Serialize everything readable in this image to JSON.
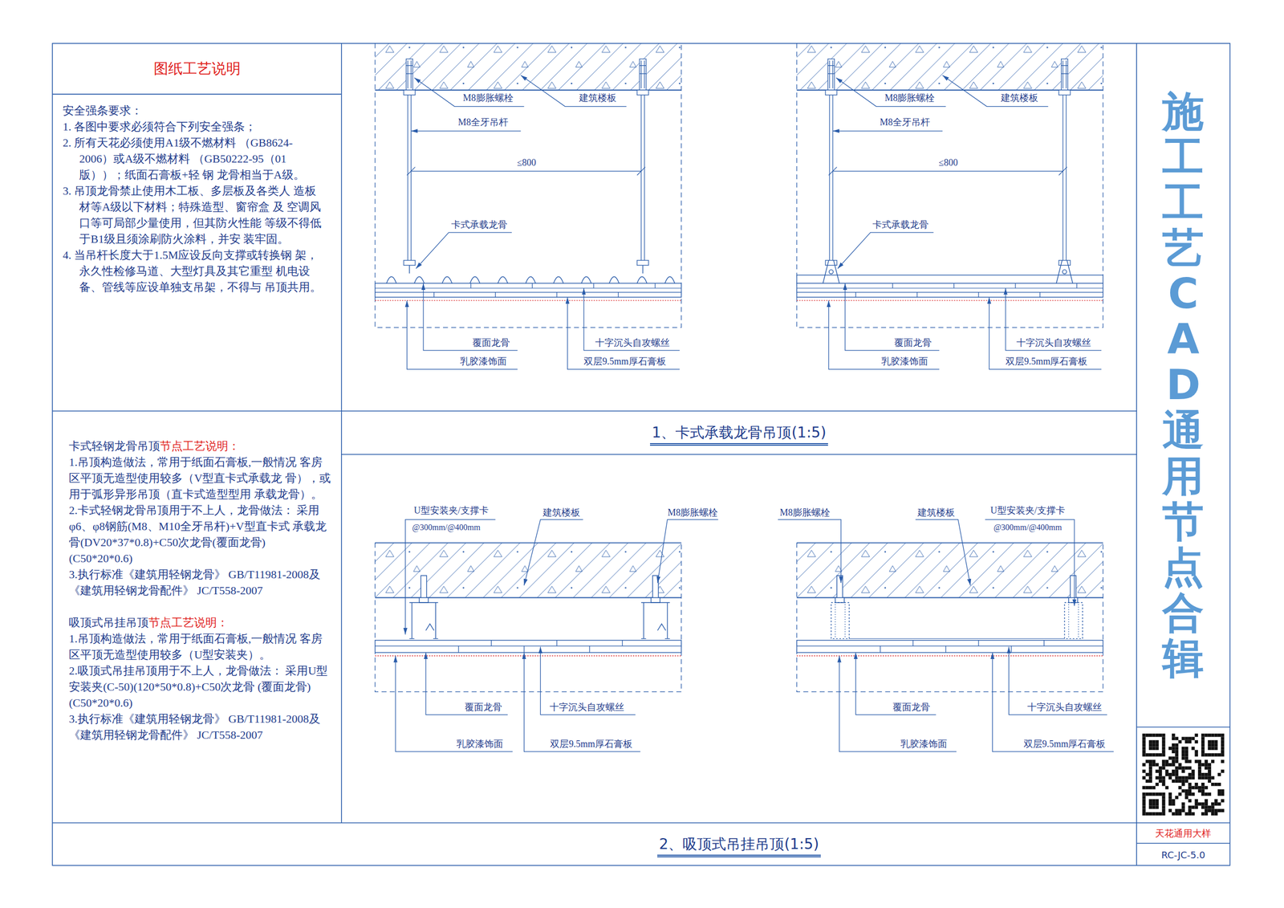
{
  "diagram": {
    "nodes": [
      {
        "text": [
          "图纸工艺说明"
        ]
      },
      {
        "text": [
          "安全强条要求：",
          "1. 各图中要求必须符合下列安全强条；",
          "2. 所有天花必须使用A1级不燃材料 （GB8624-2006）或A级不燃材料 （GB50222-95（01版））；纸面石膏板+轻 钢 龙骨相当于A级。",
          "3. 吊顶龙骨禁止使用木工板、多层板及各类人 造板材等A级以下材料；特殊造型、窗帘盒 及 空调风口等可局部少量使用，但其防火性能 等级不得低于B1级且须涂刷防火涂料，并安 装牢固。",
          "4. 当吊杆长度大于1.5M应设反向支撑或转换钢 架，永久性检修马道、大型灯具及其它重型 机电设备、管线等应设单独支吊架，不得与 吊顶共用。"
        ]
      },
      {
        "text": [
          "卡式轻钢龙骨吊顶",
          "节点工艺说明：",
          "1.吊顶构造做法，常用于纸面石膏板,一般情况 客房区平顶无造型使用较多（V型直卡式承载龙 骨），或用于弧形异形吊顶（直卡式造型型用 承载龙骨）。",
          "2.卡式轻钢龙骨吊顶用于不上人，龙骨做法： 采用φ6、φ8钢筋(M8、M10全牙吊杆)+V型直卡式 承载龙骨(DV20*37*0.8)+C50次龙骨(覆面龙骨) (C50*20*0.6)",
          "3.执行标准《建筑用轻钢龙骨》 GB/T11981-2008及《建筑用轻钢龙骨配件》 JC/T558-2007",
          "吸顶式吊挂吊顶",
          "节点工艺说明：",
          "1.吊顶构造做法，常用于纸面石膏板,一般情况 客房区平顶无造型使用较多（U型安装夹）。",
          "2.吸顶式吊挂吊顶用于不上人，龙骨做法： 采用U型安装夹(C-50)(120*50*0.8)+C50次龙骨 (覆面龙骨)(C50*20*0.6)",
          "3.执行标准《建筑用轻钢龙骨》 GB/T11981-2008及《建筑用轻钢龙骨配件》 JC/T558-2007"
        ]
      },
      {
        "text": [
          "1、卡式承载龙骨吊顶(1:5)"
        ]
      },
      {
        "text": [
          "2、吸顶式吊挂吊顶(1:5)"
        ]
      },
      {
        "text": [
          "施工工艺CAD通用节点合辑"
        ]
      },
      {
        "text": [
          "天花通用大样"
        ]
      },
      {
        "text": [
          "RC-JC-5.0"
        ]
      }
    ],
    "labels": [
      "M8膨胀螺栓",
      "建筑楼板",
      "M8全牙吊杆",
      "≤800",
      "卡式承载龙骨",
      "覆面龙骨",
      "十字沉头自攻螺丝",
      "乳胶漆饰面",
      "双层9.5mm厚石膏板",
      "M8膨胀螺栓",
      "建筑楼板",
      "M8全牙吊杆",
      "≤800",
      "卡式承载龙骨",
      "覆面龙骨",
      "十字沉头自攻螺丝",
      "乳胶漆饰面",
      "双层9.5mm厚石膏板",
      "U型安装夹/支撑卡",
      "@300mm/@400mm",
      "建筑楼板",
      "M8膨胀螺栓",
      "覆面龙骨",
      "十字沉头自攻螺丝",
      "乳胶漆饰面",
      "双层9.5mm厚石膏板",
      "M8膨胀螺栓",
      "建筑楼板",
      "U型安装夹/支撑卡",
      "@300mm/@400mm",
      "覆面龙骨",
      "十字沉头自攻螺丝",
      "乳胶漆饰面",
      "双层9.5mm厚石膏板"
    ]
  }
}
